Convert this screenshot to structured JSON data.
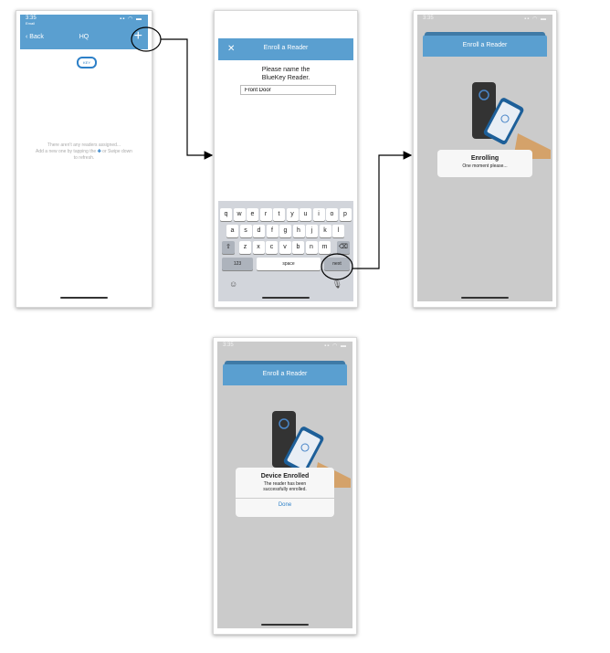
{
  "screen1": {
    "time": "3:35",
    "carrier": "Email",
    "back_label": "Back",
    "title": "HQ",
    "add_label": "+",
    "logo_text": "KEY",
    "empty_line1": "There aren't any readers assigned...",
    "empty_line2a": "Add a new one by tapping the",
    "empty_line2b": "or Swipe down",
    "empty_line3": "to refresh."
  },
  "screen2": {
    "title": "Enroll a Reader",
    "close_label": "✕",
    "prompt_line1": "Please name the",
    "prompt_line2": "BlueKey Reader.",
    "input_value": "Front Door",
    "keyboard": {
      "row1": [
        "q",
        "w",
        "e",
        "r",
        "t",
        "y",
        "u",
        "i",
        "o",
        "p"
      ],
      "row2": [
        "a",
        "s",
        "d",
        "f",
        "g",
        "h",
        "j",
        "k",
        "l"
      ],
      "row3": [
        "z",
        "x",
        "c",
        "v",
        "b",
        "n",
        "m"
      ],
      "key_123": "123",
      "key_space": "space",
      "key_next": "next"
    }
  },
  "screen3": {
    "time": "3:35",
    "title": "Enroll a Reader",
    "dialog_title": "Enrolling",
    "dialog_message": "One moment please..."
  },
  "screen4": {
    "time": "3:35",
    "title": "Enroll a Reader",
    "dialog_title": "Device Enrolled",
    "dialog_message_line1": "The reader has been",
    "dialog_message_line2": "successfully enrolled.",
    "done_label": "Done"
  },
  "colors": {
    "nav_blue": "#5a9fd0",
    "accent_blue": "#2d80c8",
    "overlay_gray": "#cbcbcb",
    "hand": "#d4a26a"
  }
}
